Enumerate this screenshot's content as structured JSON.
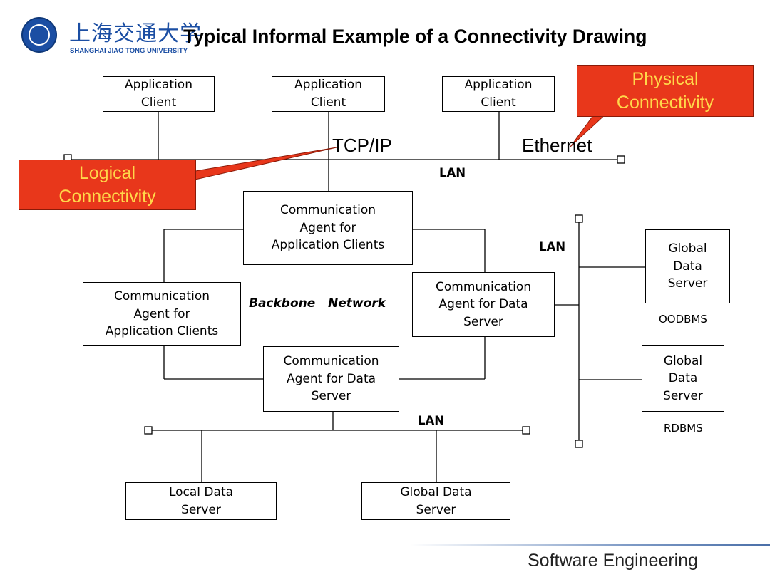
{
  "header": {
    "logo_text_cn": "上海交通大学",
    "logo_text_en": "SHANGHAI JIAO TONG UNIVERSITY",
    "title": "Typical Informal Example of a Connectivity Drawing"
  },
  "callouts": {
    "physical": "Physical\nConnectivity",
    "logical": "Logical\nConnectivity"
  },
  "network_labels": {
    "tcpip": "TCP/IP",
    "ethernet": "Ethernet",
    "lan_top": "LAN",
    "lan_right": "LAN",
    "lan_bottom": "LAN",
    "backbone": "Backbone   Network"
  },
  "nodes": {
    "app_client_1": "Application\nClient",
    "app_client_2": "Application\nClient",
    "app_client_3": "Application\nClient",
    "comm_agent_app_top": "Communication\nAgent for\nApplication Clients",
    "comm_agent_app_left": "Communication\nAgent for\nApplication Clients",
    "comm_agent_data_right": "Communication\nAgent for Data\nServer",
    "comm_agent_data_bottom": "Communication\nAgent for Data\nServer",
    "global_data_server_1": "Global\nData\nServer",
    "global_data_server_2": "Global\nData\nServer",
    "local_data_server": "Local Data\nServer",
    "global_data_server_3": "Global Data\nServer"
  },
  "db_labels": {
    "oodbms": "OODBMS",
    "rdbms": "RDBMS"
  },
  "footer": {
    "course": "Software Engineering"
  },
  "colors": {
    "callout_fill": "#e8371b",
    "callout_text": "#ffd84a",
    "brand_blue": "#1b4ea3"
  }
}
